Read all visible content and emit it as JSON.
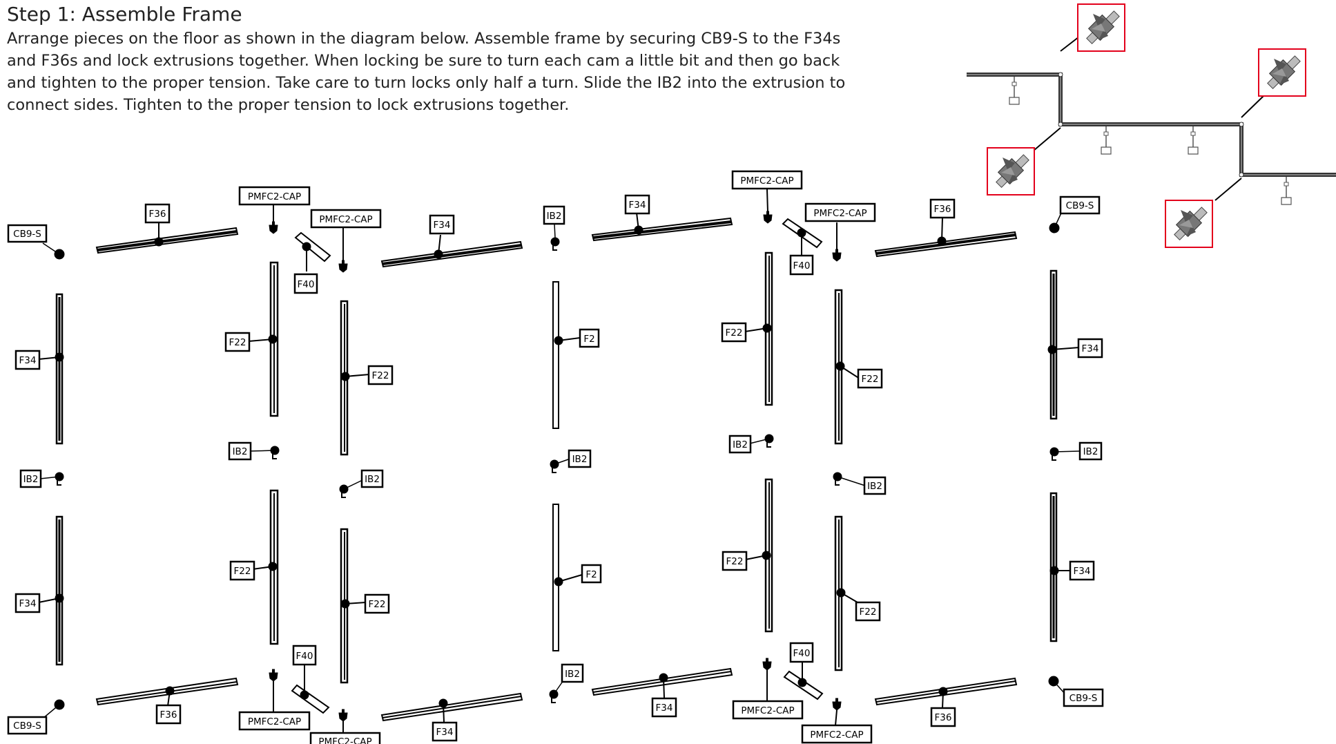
{
  "header": {
    "title": "Step 1:  Assemble Frame",
    "instructions": "Arrange pieces on the floor as shown in the diagram below. Assemble frame by securing CB9-S to the F34s and F36s and lock extrusions together. When locking be sure to turn each cam a little bit and then go back and tighten to the proper tension. Take care to turn locks only half a turn. Slide the IB2 into the extrusion to connect sides. Tighten to the proper tension to lock extrusions together."
  },
  "labels": {
    "cb9s": "CB9-S",
    "f34": "F34",
    "f36": "F36",
    "f22": "F22",
    "f40": "F40",
    "f2": "F2",
    "ib2": "IB2",
    "pmfc": "PMFC2-CAP"
  },
  "colors": {
    "ink": "#000000",
    "text": "#222222",
    "highlight": "#e3001b",
    "detail_fill": "#888888"
  }
}
